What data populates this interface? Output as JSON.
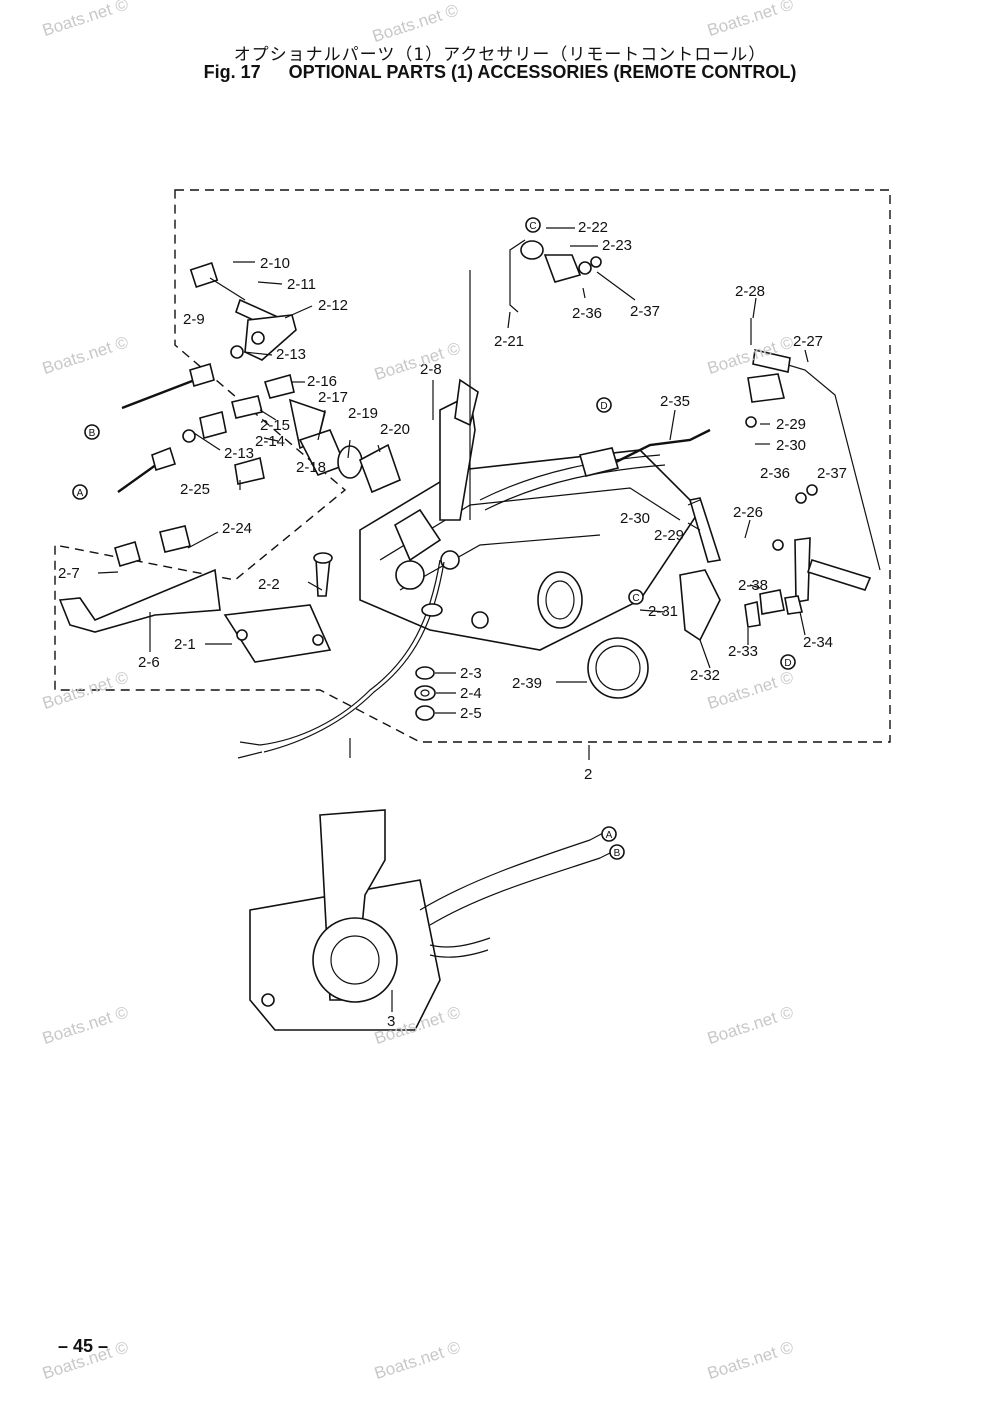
{
  "header": {
    "title_jp": "オプショナルパーツ（1）アクセサリー（リモートコントロール）",
    "fig_label": "Fig. 17",
    "title_en": "OPTIONAL PARTS (1) ACCESSORIES (REMOTE CONTROL)"
  },
  "page_number": "– 45 –",
  "watermark_text": "Boats.net ©",
  "parts": {
    "p2_1": "2-1",
    "p2_2": "2-2",
    "p2_3": "2-3",
    "p2_4": "2-4",
    "p2_5": "2-5",
    "p2_6": "2-6",
    "p2_7": "2-7",
    "p2_8": "2-8",
    "p2_9": "2-9",
    "p2_10": "2-10",
    "p2_11": "2-11",
    "p2_12": "2-12",
    "p2_13": "2-13",
    "p2_14": "2-14",
    "p2_15": "2-15",
    "p2_16": "2-16",
    "p2_17": "2-17",
    "p2_18": "2-18",
    "p2_19": "2-19",
    "p2_20": "2-20",
    "p2_21": "2-21",
    "p2_22": "2-22",
    "p2_23": "2-23",
    "p2_24": "2-24",
    "p2_25": "2-25",
    "p2_26": "2-26",
    "p2_27": "2-27",
    "p2_28": "2-28",
    "p2_29": "2-29",
    "p2_30": "2-30",
    "p2_31": "2-31",
    "p2_32": "2-32",
    "p2_33": "2-33",
    "p2_34": "2-34",
    "p2_35": "2-35",
    "p2_36": "2-36",
    "p2_37": "2-37",
    "p2_38": "2-38",
    "p2_39": "2-39",
    "p2": "2",
    "p3": "3"
  },
  "refs": {
    "A": "A",
    "B": "B",
    "C": "C",
    "D": "D"
  },
  "colors": {
    "ink": "#111111",
    "watermark": "#c8c8c8",
    "paper": "#ffffff"
  }
}
